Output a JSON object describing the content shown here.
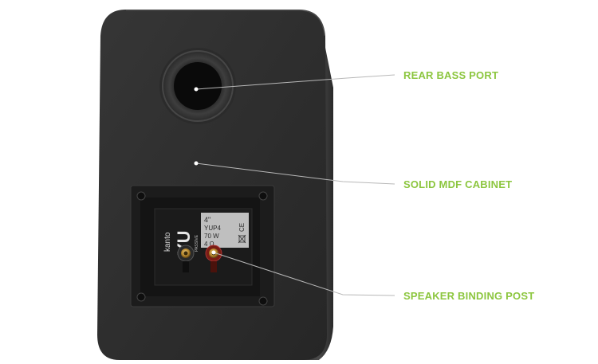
{
  "callouts": {
    "port": "REAR BASS PORT",
    "cabinet": "SOLID MDF CABINET",
    "binding": "SPEAKER BINDING POST"
  },
  "plate": {
    "brand": "kanto",
    "model_logo": "YU",
    "model_sub": "PASSIVE",
    "driver_size": "4\"",
    "model_number": "YUP4",
    "power": "70 W",
    "impedance": "4 Ω",
    "ce_mark": "CE"
  },
  "colors": {
    "accent": "#8cc63f",
    "cabinet": "#2e2e2e",
    "cabinet_side": "#3b3b3b",
    "leader_line": "#b8b8b8"
  },
  "icons": [
    "weee-bin-icon"
  ]
}
